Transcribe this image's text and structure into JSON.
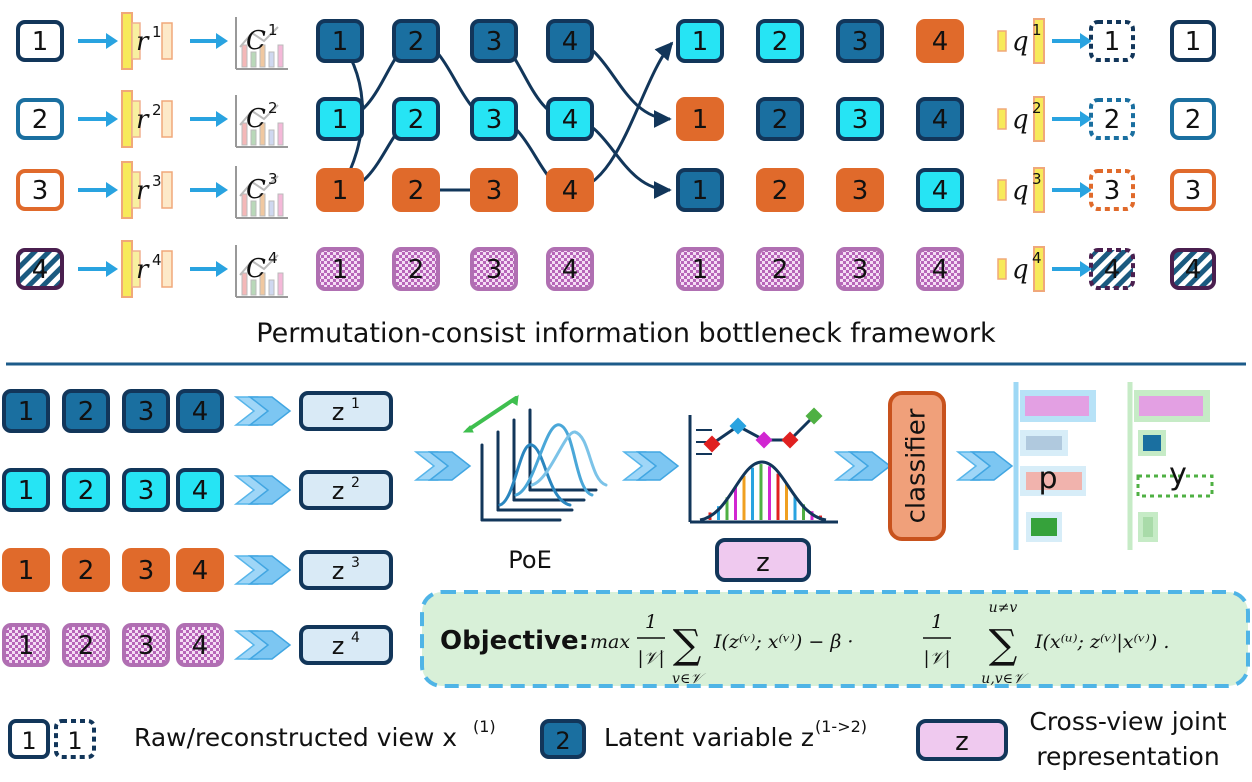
{
  "views": [
    "1",
    "2",
    "3",
    "4"
  ],
  "reg_labels": [
    "r",
    "r",
    "r",
    "r"
  ],
  "reg_sups": [
    "1",
    "2",
    "3",
    "4"
  ],
  "cls_labels": [
    "C",
    "C",
    "C",
    "C"
  ],
  "q_labels": [
    "q",
    "q",
    "q",
    "q"
  ],
  "mid_lower": [
    "1",
    "2",
    "3",
    "4"
  ],
  "framework_title": "Permutation-consist information bottleneck framework",
  "latent_rows": [
    [
      "1",
      "2",
      "3",
      "4"
    ],
    [
      "1",
      "2",
      "3",
      "4"
    ],
    [
      "1",
      "2",
      "3",
      "4"
    ],
    [
      "1",
      "2",
      "3",
      "4"
    ]
  ],
  "z_labels": [
    "z",
    "z",
    "z",
    "z"
  ],
  "z_sups": [
    "1",
    "2",
    "3",
    "4"
  ],
  "poe_label": "PoE",
  "joint_label": "z",
  "classifier_label": "classifier",
  "p_label": "p",
  "y_label": "y",
  "objective": {
    "heading": "Objective:",
    "max": "max",
    "one": "1",
    "card": "|𝒱|",
    "sum": "∑",
    "sub1": "v∈𝒱",
    "term1": "I(z⁽ᵛ⁾; x⁽ᵛ⁾) − β ·",
    "sup2": "u≠v",
    "sub2": "u,v∈𝒱",
    "term2": "I(x⁽ᵘ⁾; z⁽ᵛ⁾|x⁽ᵛ⁾) ."
  },
  "legend": {
    "raw_a": "1",
    "raw_b": "1",
    "raw_text": "Raw/reconstructed view x",
    "raw_sup": "(1)",
    "latent_num": "2",
    "latent_text": "Latent variable z",
    "latent_sup": "(1->2)",
    "joint_box": "z",
    "joint_text_1": "Cross-view joint",
    "joint_text_2": "representation"
  },
  "colors": {
    "navy": "#12365a",
    "dark_blue": "#1a6fa0",
    "cyan": "#26e4f4",
    "orange": "#e06a2b",
    "purple": "#4a1f4f",
    "pink_check": "#d59bd6",
    "arrow_blue": "#29a3e0",
    "light_box": "#d9eaf6",
    "obj_green": "#d8f0d8",
    "obj_border": "#4fb4e6",
    "classifier": "#f0a07a",
    "joint_pink": "#efc9ef",
    "divider": "#1c5b8a"
  }
}
